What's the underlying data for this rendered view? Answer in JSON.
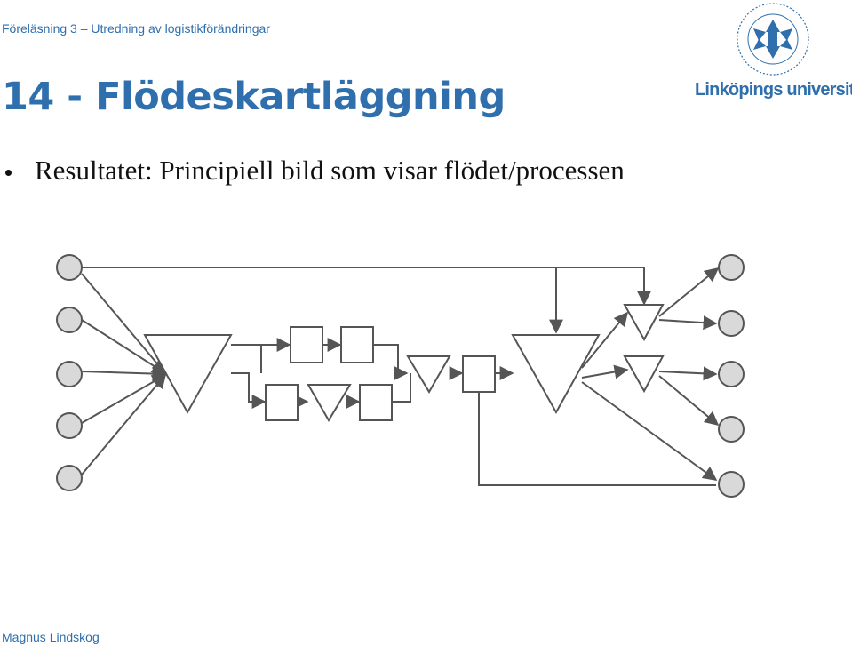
{
  "header": {
    "breadcrumb": "Föreläsning 3 – Utredning av logistikförändringar"
  },
  "slide": {
    "number_title": "14 - Flödeskartläggning",
    "bullet": "Resultatet: Principiell bild som visar flödet/processen"
  },
  "logo": {
    "text": "Linköpings universitet"
  },
  "footer": {
    "author": "Magnus Lindskog"
  },
  "colors": {
    "accent": "#2f6fad",
    "node_fill": "#d9d9d9",
    "stroke": "#555555"
  }
}
